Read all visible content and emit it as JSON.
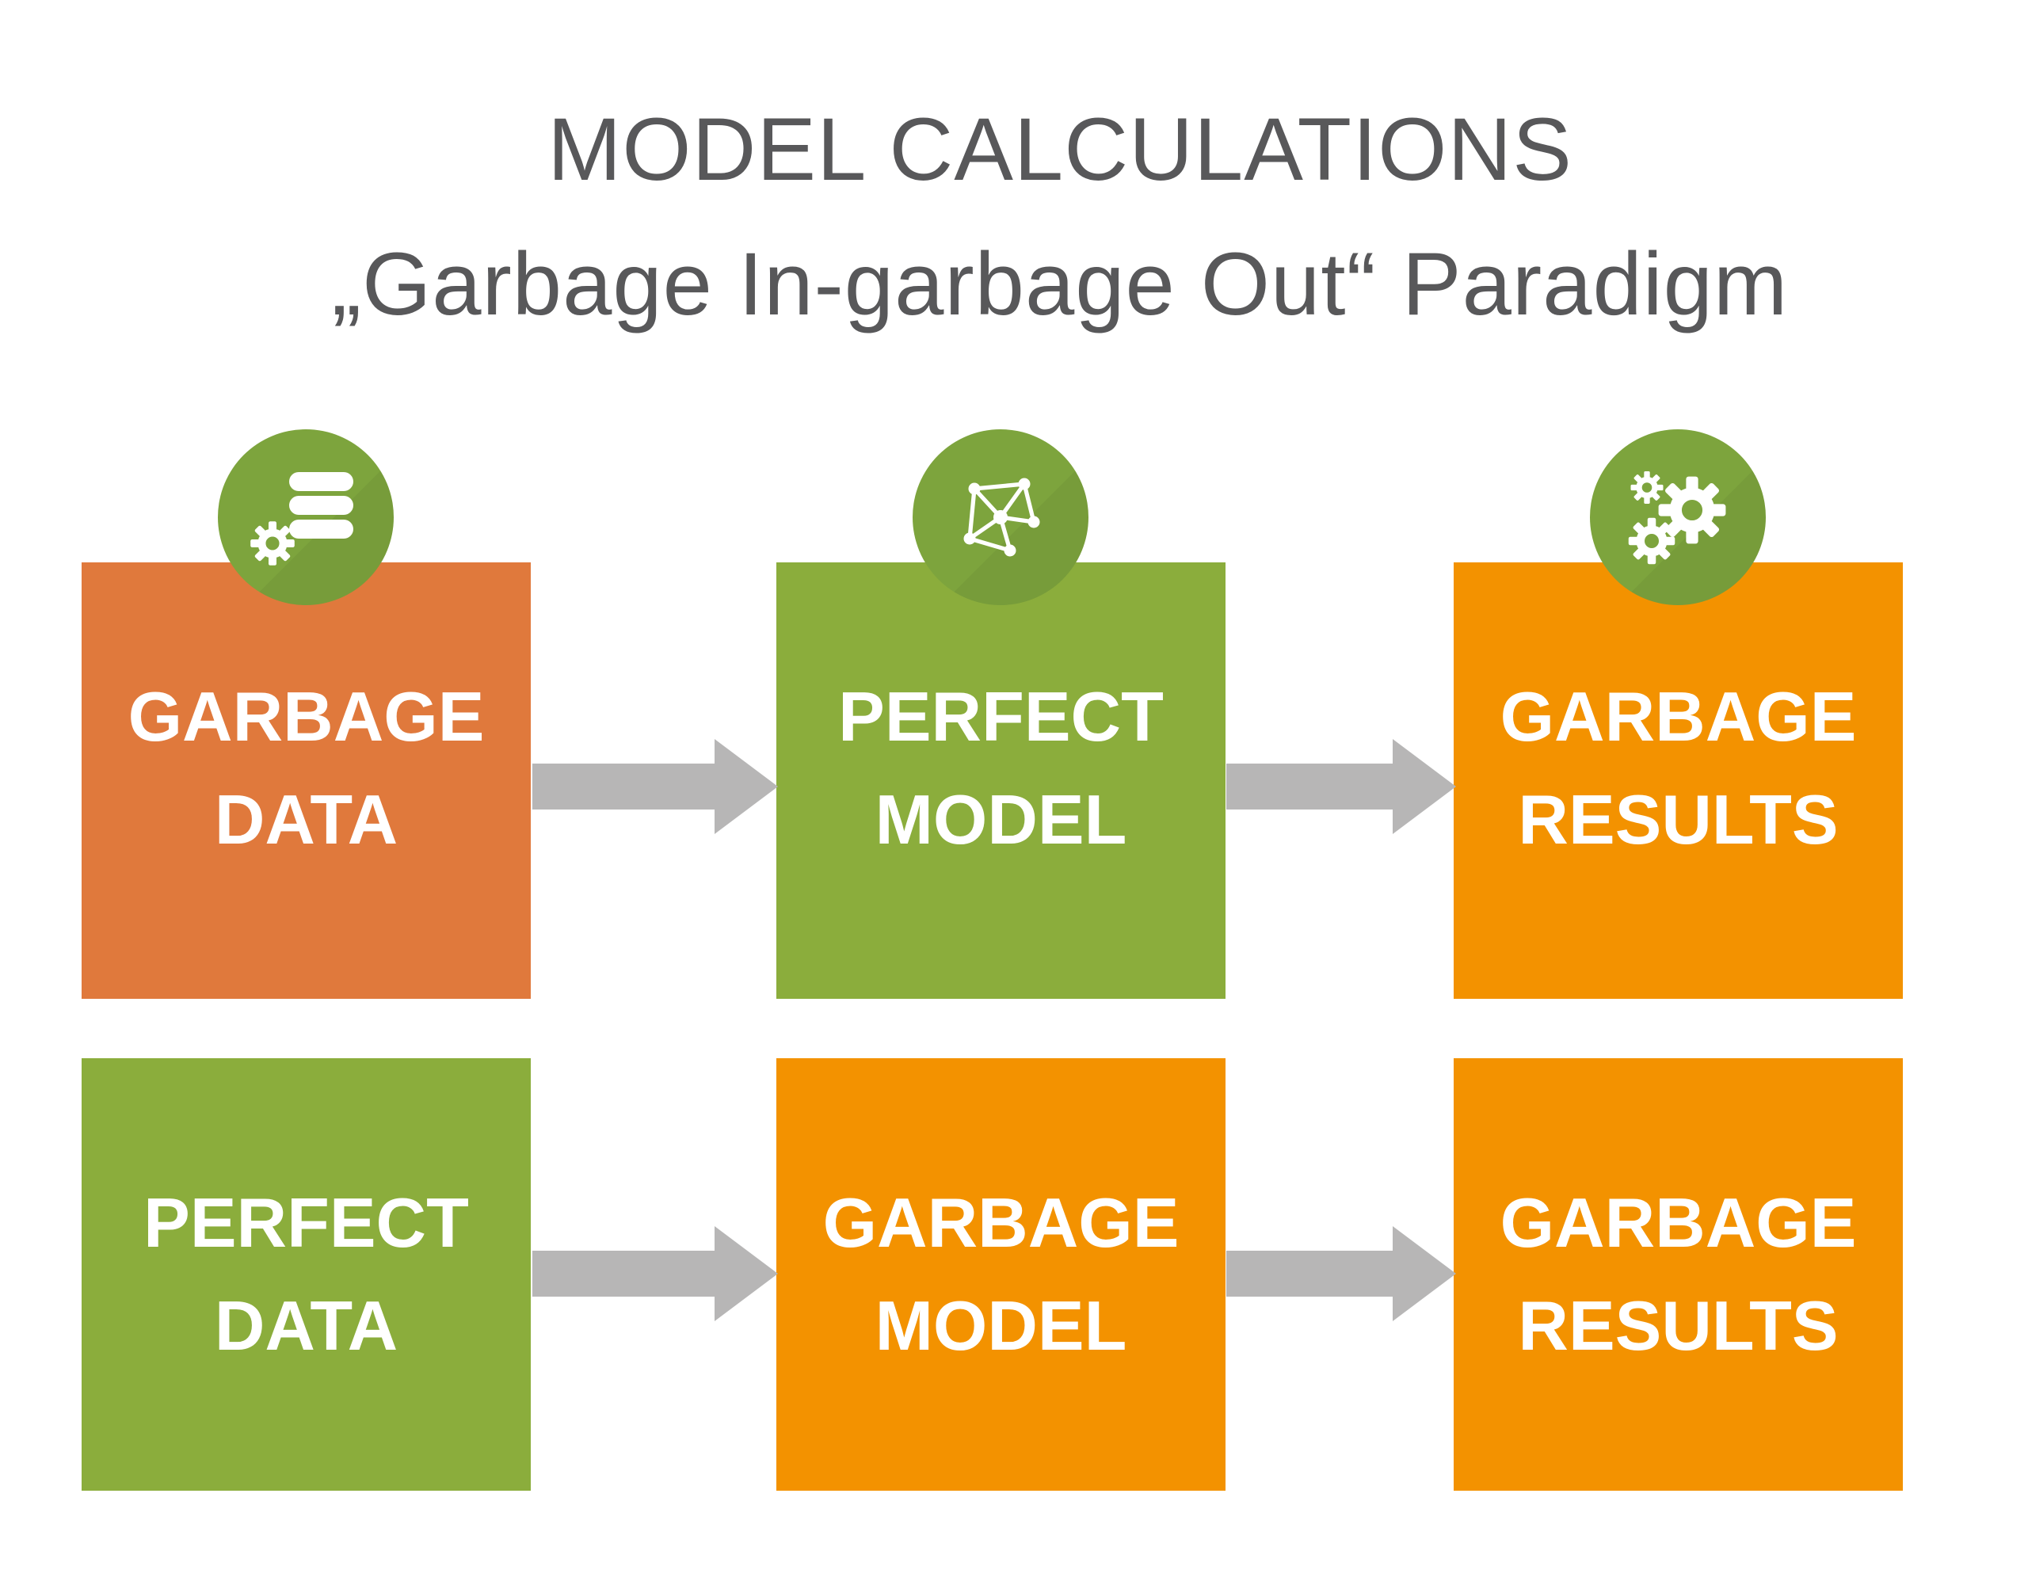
{
  "title": {
    "line1": "MODEL CALCULATIONS",
    "line2": "„Garbage In-garbage Out“ Paradigm"
  },
  "colors": {
    "soft_orange": "#e0793c",
    "orange": "#f39200",
    "green": "#8bad3c",
    "green_circle": "#7da43d",
    "arrow_gray": "#b7b6b6",
    "title_gray": "#58585a",
    "box_text": "#ffffff"
  },
  "icons": {
    "top_left": "database-gear-icon",
    "top_center": "network-icon",
    "top_right": "gears-icon"
  },
  "rows": [
    {
      "boxes": [
        {
          "line1": "GARBAGE",
          "line2": "DATA"
        },
        {
          "line1": "PERFECT",
          "line2": "MODEL"
        },
        {
          "line1": "GARBAGE",
          "line2": "RESULTS"
        }
      ]
    },
    {
      "boxes": [
        {
          "line1": "PERFECT",
          "line2": "DATA"
        },
        {
          "line1": "GARBAGE",
          "line2": "MODEL"
        },
        {
          "line1": "GARBAGE",
          "line2": "RESULTS"
        }
      ]
    }
  ]
}
